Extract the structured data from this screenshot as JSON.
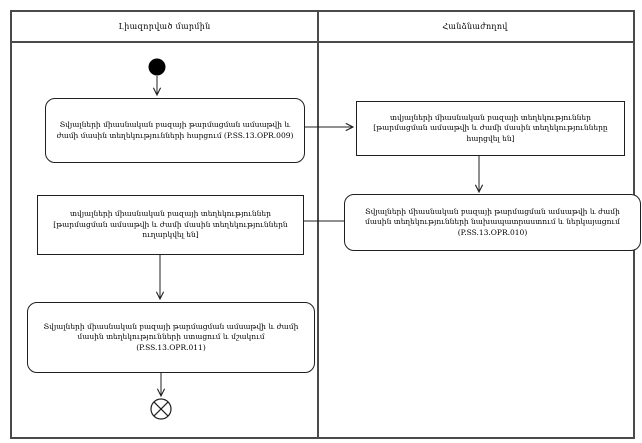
{
  "diagram": {
    "colors": {
      "background": "#ffffff",
      "frame_line": "#4a4a4a",
      "node_line": "#1f1f1f",
      "text": "#000000"
    },
    "lanes": [
      {
        "title": "Լիազորված մարմին"
      },
      {
        "title": "Հանձնաժողով"
      }
    ],
    "nodes": {
      "request_info": {
        "label": "Տվյալների միասնական բազայի թարմացման ամսաթվի և ժամի մասին տեղեկությունների հարցում (P.SS.13.OPR.009)"
      },
      "dbinfo_requested": {
        "label": "տվյալների միասնական բազայի տեղեկություններ [թարմացման ամսաթվի և ժամի մասին տեղեկությունները հարցվել են]"
      },
      "prepare_present": {
        "label": "Տվյալների միասնական բազայի թարմացման ամսաթվի և ժամի մասին տեղեկությունների նախապատրաստում և ներկայացում",
        "code": "(P.SS.13.OPR.010)"
      },
      "dbinfo_sent": {
        "label": "տվյալների միասնական բազայի տեղեկություններ [թարմացման ամսաթվի և ժամի մասին տեղեկություններն ուղարկվել են]"
      },
      "receive_process": {
        "label": "Տվյալների միասնական բազայի թարմացման ամսաթվի և ժամի մասին տեղեկությունների ստացում և մշակում",
        "code": "(P.SS.13.OPR.011)"
      }
    }
  }
}
